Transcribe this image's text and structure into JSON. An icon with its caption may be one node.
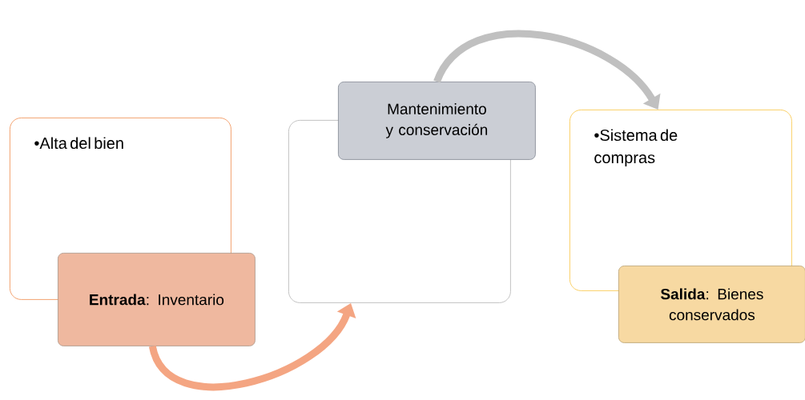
{
  "diagram": {
    "nodes": [
      {
        "text": [
          "•Alta del bien"
        ]
      },
      {
        "text": [
          "**Entrada**: Inventario"
        ]
      },
      {
        "text": [],
        "shape": "box"
      },
      {
        "text": [
          "Mantenimiento y conservación"
        ]
      },
      {
        "text": [
          "•Sistema de compras"
        ]
      },
      {
        "text": [
          "**Salida**: Bienes conservados"
        ]
      }
    ],
    "edges": [
      {
        "from": 1,
        "to": 2,
        "arrow": "to",
        "color": "#f4a582"
      },
      {
        "from": 3,
        "to": 4,
        "arrow": "to",
        "color": "#c0c0c0"
      }
    ]
  }
}
